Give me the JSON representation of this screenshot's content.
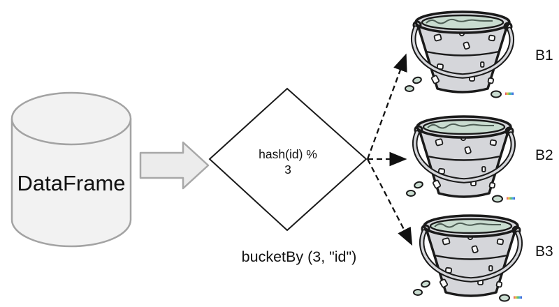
{
  "diagram": {
    "dataframe": {
      "label": "DataFrame"
    },
    "hash_node": {
      "line1": "hash(id) %",
      "line2": "3"
    },
    "caption": "bucketBy (3, \"id\")",
    "buckets": [
      {
        "label": "B1"
      },
      {
        "label": "B2"
      },
      {
        "label": "B3"
      }
    ],
    "colors": {
      "cylinder_fill": "#f2f2f2",
      "cylinder_stroke": "#a3a3a3",
      "block_arrow_fill": "#ececec",
      "block_arrow_stroke": "#a8a8a8",
      "diamond_fill": "#ffffff",
      "outline": "#1a1a1a",
      "bucket_body": "#d5d6da",
      "bucket_water": "#c9dcd0",
      "dashed_arrow": "#111111"
    }
  }
}
